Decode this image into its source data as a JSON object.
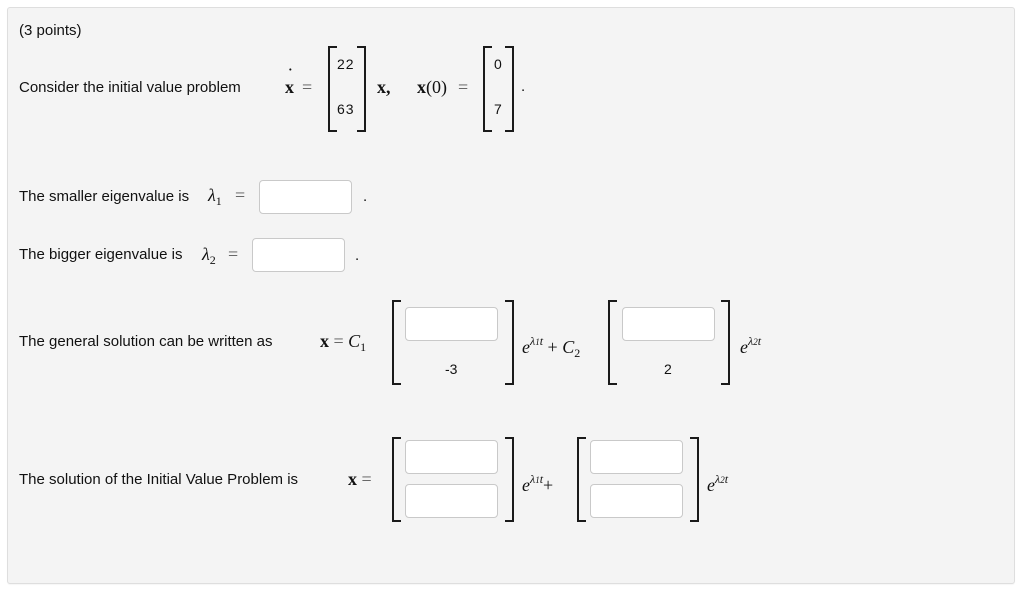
{
  "header": {
    "points": "(3 points)"
  },
  "problem": {
    "intro": "Consider the initial value problem",
    "lhs_var": "x",
    "equals": "=",
    "matrix": [
      "22",
      "63"
    ],
    "after_matrix": "x,",
    "ic_label": "x(0)",
    "ic_equals": "=",
    "ic_vector": [
      "0",
      "7"
    ],
    "end_period": "."
  },
  "eigen_small": {
    "label": "The smaller eigenvalue is",
    "symbol": "λ",
    "subscript": "1",
    "equals": "=",
    "value": "",
    "end_period": "."
  },
  "eigen_big": {
    "label": "The bigger eigenvalue is",
    "symbol": "λ",
    "subscript": "2",
    "equals": "=",
    "value": "",
    "end_period": "."
  },
  "general_solution": {
    "label": "The general solution can be written as",
    "lhs": "x",
    "equals": "=",
    "c1": "C",
    "c1_sub": "1",
    "v1_top": "",
    "v1_bottom": "-3",
    "exp1_base": "e",
    "exp1_power": "λ",
    "exp1_sub": "1",
    "exp1_t": "t",
    "plus": "+",
    "c2": "C",
    "c2_sub": "2",
    "v2_top": "",
    "v2_bottom": "2",
    "exp2_base": "e",
    "exp2_power": "λ",
    "exp2_sub": "2",
    "exp2_t": "t"
  },
  "ivp_solution": {
    "label": "The solution of the Initial Value Problem is",
    "lhs": "x",
    "equals": "=",
    "v1_top": "",
    "v1_bottom": "",
    "exp1_base": "e",
    "exp1_power": "λ",
    "exp1_sub": "1",
    "exp1_t": "t",
    "plus": "+",
    "v2_top": "",
    "v2_bottom": "",
    "exp2_base": "e",
    "exp2_power": "λ",
    "exp2_sub": "2",
    "exp2_t": "t"
  },
  "colors": {
    "panel_bg": "#f4f4f4",
    "panel_border": "#dedede",
    "input_border": "#c9c9c9",
    "text": "#111111"
  }
}
